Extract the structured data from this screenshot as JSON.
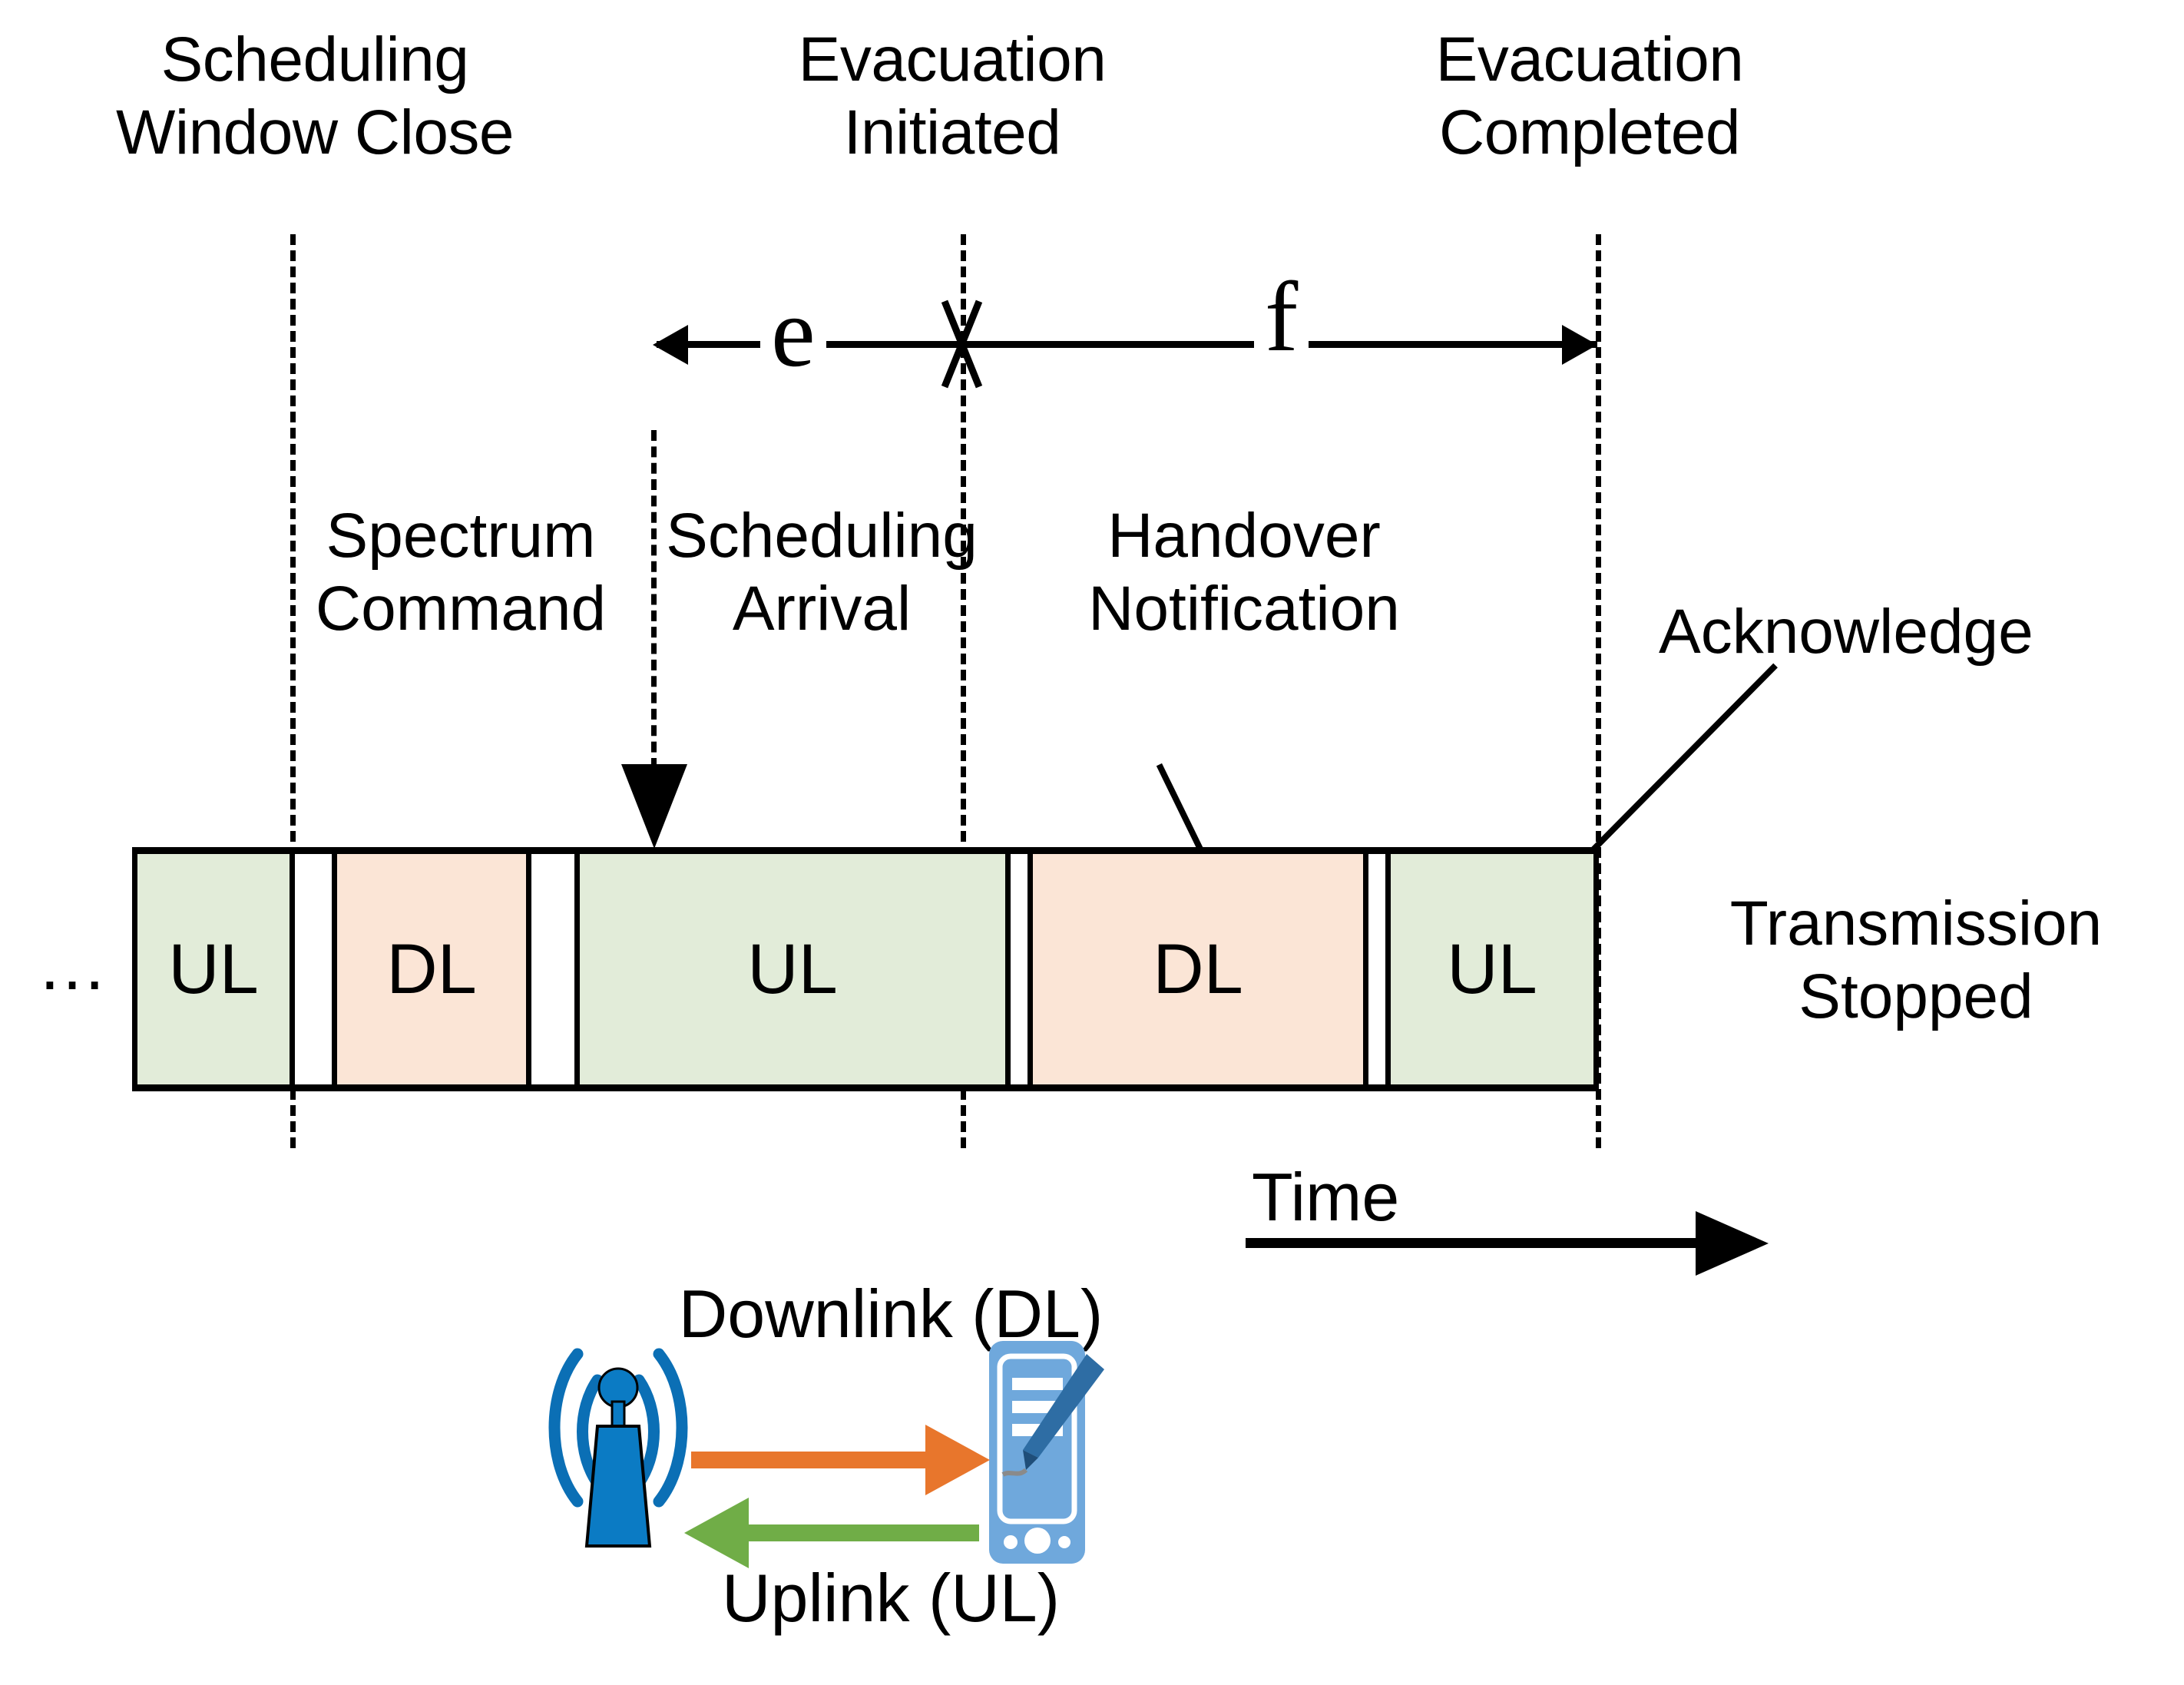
{
  "diagram": {
    "title_events": [
      {
        "id": "scheduling-window-close",
        "text": "Scheduling\nWindow Close"
      },
      {
        "id": "evacuation-initiated",
        "text": "Evacuation\nInitiated"
      },
      {
        "id": "evacuation-completed",
        "text": "Evacuation\nCompleted"
      }
    ],
    "interval_labels": [
      {
        "id": "interval-e",
        "text": "e"
      },
      {
        "id": "interval-f",
        "text": "f"
      }
    ],
    "mid_labels": [
      {
        "id": "spectrum-command",
        "text": "Spectrum\nCommand"
      },
      {
        "id": "scheduling-arrival",
        "text": "Scheduling\nArrival"
      },
      {
        "id": "handover-notification",
        "text": "Handover\nNotification"
      }
    ],
    "right_labels": [
      {
        "id": "acknowledge",
        "text": "Acknowledge"
      },
      {
        "id": "transmission-stopped",
        "text": "Transmission\nStopped"
      }
    ],
    "ellipsis": "…",
    "slots": [
      {
        "type": "ul",
        "label": "UL"
      },
      {
        "type": "gap",
        "label": ""
      },
      {
        "type": "dl",
        "label": "DL"
      },
      {
        "type": "gap",
        "label": ""
      },
      {
        "type": "ul",
        "label": "UL"
      },
      {
        "type": "gap",
        "label": ""
      },
      {
        "type": "dl",
        "label": "DL"
      },
      {
        "type": "gap",
        "label": ""
      },
      {
        "type": "ul",
        "label": "UL"
      }
    ],
    "time_axis": {
      "label": "Time"
    },
    "legend": {
      "downlink_label": "Downlink (DL)",
      "uplink_label": "Uplink (UL)",
      "base_station_icon": "cell-tower-icon",
      "device_icon": "tablet-stylus-icon"
    },
    "colors": {
      "uplink_fill": "#e2ecd9",
      "downlink_fill": "#fbe5d6",
      "downlink_arrow": "#E8762C",
      "uplink_arrow": "#70AD47",
      "tower_blue": "#1179C0",
      "device_blue": "#6FA8DC",
      "stroke": "#000000"
    }
  }
}
